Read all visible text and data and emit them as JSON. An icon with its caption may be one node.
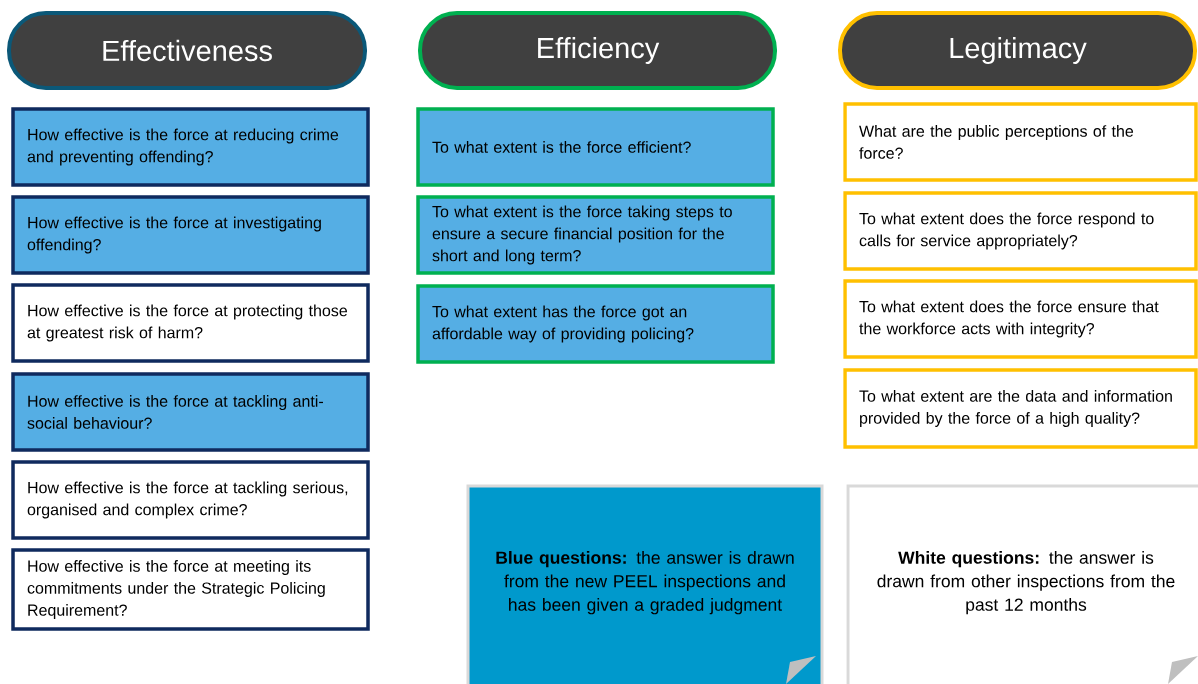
{
  "diagram": {
    "nodes": [
      {
        "text": [
          "Effectiveness"
        ]
      },
      {
        "text": [
          "How effective is the force at reducing crime and preventing offending?"
        ]
      },
      {
        "text": [
          "How effective is the force at investigating offending?"
        ]
      },
      {
        "text": [
          "How effective is the force at protecting those at greatest risk of harm?"
        ]
      },
      {
        "text": [
          "How effective is the force at tackling anti-social behaviour?"
        ]
      },
      {
        "text": [
          "How effective is the force at tackling serious, organised and complex crime?"
        ]
      },
      {
        "text": [
          "How effective is the force at meeting its commitments under the Strategic Policing Requirement?"
        ]
      },
      {
        "text": [
          "Efficiency"
        ]
      },
      {
        "text": [
          "To what extent is the force efficient?"
        ]
      },
      {
        "text": [
          "To what extent is the force taking steps to ensure a secure financial position for the short and long term?"
        ]
      },
      {
        "text": [
          "To what extent has the force got an affordable way of providing policing?"
        ]
      },
      {
        "text": [
          "Legitimacy"
        ]
      },
      {
        "text": [
          "What are the public perceptions of the force?"
        ]
      },
      {
        "text": [
          "To what extent does the force respond to calls for service appropriately?"
        ]
      },
      {
        "text": [
          "To what extent does the force ensure that the workforce acts with integrity?"
        ]
      },
      {
        "text": [
          "To what extent are the data and information provided by the force of a high quality?"
        ]
      },
      {
        "text": [
          "**Blue questions:** the answer is drawn from the new PEEL inspections and has been given a graded judgment"
        ]
      },
      {
        "text": [
          "**White  questions:** the answer is drawn from other inspections from the past 12 months"
        ]
      }
    ]
  }
}
